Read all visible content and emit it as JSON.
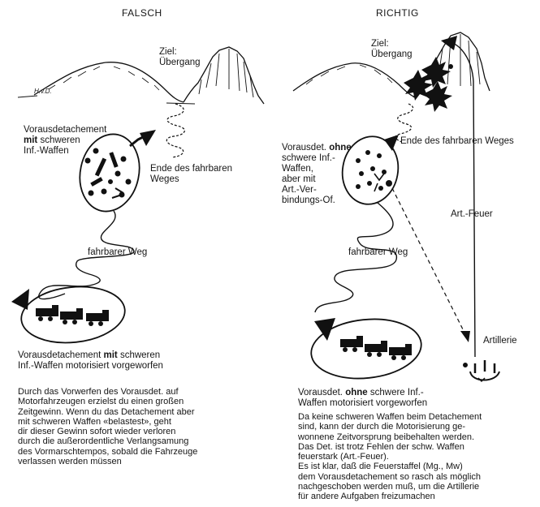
{
  "left": {
    "heading": "FALSCH",
    "signature": "H.v.D.",
    "goal_label": "Ziel:\nÜbergang",
    "detachment_label_a": "Vorausdetachement",
    "detachment_label_bold": "mit",
    "detachment_label_b": "schweren\nInf.-Waffen",
    "road_end_label": "Ende des fahrbaren\nWeges",
    "road_label": "fahrbarer Weg",
    "convoy_caption_a": "Vorausdetachement",
    "convoy_caption_bold": "mit",
    "convoy_caption_b": "schweren\nInf.-Waffen motorisiert vorgeworfen",
    "paragraph": "Durch das Vorwerfen des Vorausdet. auf\nMotorfahrzeugen erzielst du einen großen\nZeitgewinn. Wenn du das Detachement aber\nmit schweren Waffen «belastest», geht\ndir dieser Gewinn sofort wieder verloren\ndurch die außerordentliche Verlangsamung\ndes Vormarschtempos, sobald die Fahrzeuge\nverlassen werden müssen"
  },
  "right": {
    "heading": "RICHTIG",
    "goal_label": "Ziel:\nÜbergang",
    "road_end_label": "Ende des fahrbaren Weges",
    "detachment_label_a": "Vorausdet.",
    "detachment_label_bold": "ohne",
    "detachment_label_b": "schwere Inf.-\nWaffen,\naber mit\nArt.-Ver-\nbindungs-Of.",
    "fire_label": "Art.-Feuer",
    "road_label": "fahrbarer Weg",
    "artillery_label": "Artillerie",
    "convoy_caption_a": "Vorausdet.",
    "convoy_caption_bold": "ohne",
    "convoy_caption_b": "schwere Inf.-\nWaffen motorisiert vorgeworfen",
    "paragraph": "Da keine schweren Waffen beim Detachement\nsind, kann der durch die Motorisierung ge-\nwonnene Zeitvorsprung beibehalten werden.\nDas Det. ist trotz Fehlen der schw. Waffen\nfeuerstark (Art.-Feuer).\nEs ist klar, daß die Feuerstaffel (Mg., Mw)\ndem Vorausdetachement so rasch als möglich\nnachgeschoben werden muß, um die Artillerie\nfür andere Aufgaben freizumachen"
  }
}
